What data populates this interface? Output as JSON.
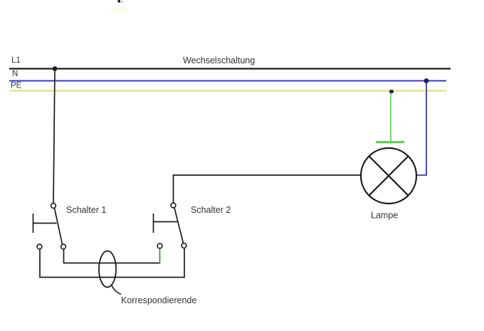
{
  "diagram": {
    "title": "Wechselschaltung",
    "rails": {
      "l1": "L1",
      "n": "N",
      "pe": "PE"
    },
    "switch1_label": "Schalter 1",
    "switch2_label": "Schalter 2",
    "lamp_label": "Lampe",
    "correspondence_label": "Korrespondierende"
  },
  "colors": {
    "wire_black": "#1c1c1c",
    "neutral_blue": "#3a3ac0",
    "junction_navy": "#1a1a55",
    "pe_yellow_green": "#d9ea8e",
    "earth_green": "#5ad64e",
    "link_green": "#2f9230",
    "text": "#333333"
  }
}
